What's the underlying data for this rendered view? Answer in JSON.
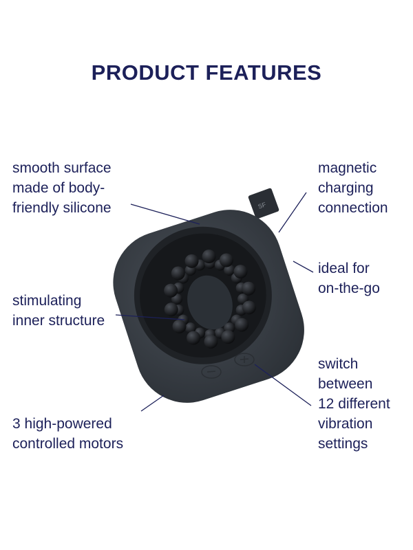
{
  "title": "PRODUCT FEATURES",
  "features": {
    "silicone": [
      "smooth surface",
      "made of body-",
      "friendly silicone"
    ],
    "charging": [
      "magnetic",
      "charging",
      "connection"
    ],
    "portable": [
      "ideal for",
      "on-the-go"
    ],
    "structure": [
      "stimulating",
      "inner structure"
    ],
    "settings": [
      "switch",
      "between",
      "12 different",
      "vibration",
      "settings"
    ],
    "motors": [
      "3 high-powered",
      "controlled motors"
    ]
  },
  "colors": {
    "text": "#1c2059",
    "device": "#3b4149",
    "inner": "#15171b"
  }
}
